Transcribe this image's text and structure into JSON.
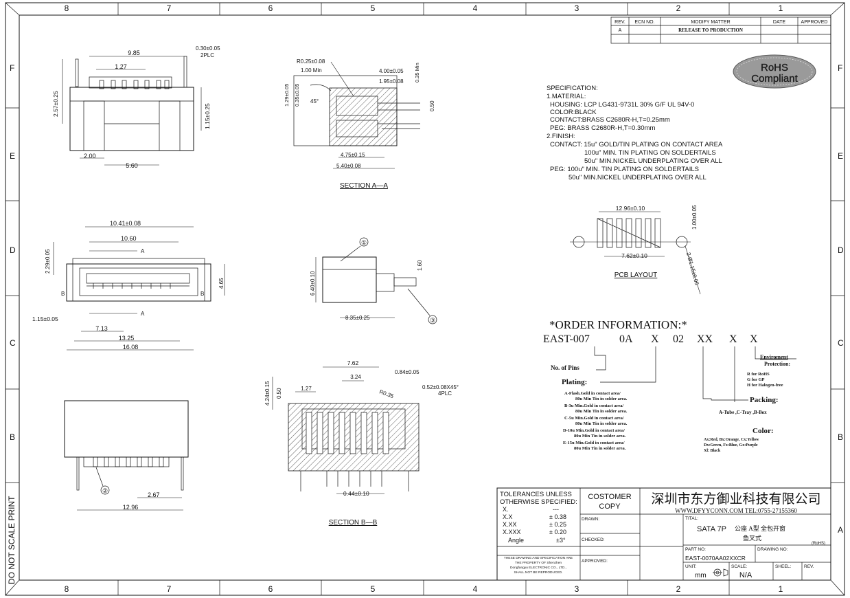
{
  "frame": {
    "col_labels": [
      "8",
      "7",
      "6",
      "5",
      "4",
      "3",
      "2",
      "1"
    ],
    "row_labels": [
      "F",
      "E",
      "D",
      "C",
      "B",
      "A"
    ],
    "side_note": "DO NOT SCALE PRINT"
  },
  "revision_table": {
    "headers": [
      "REV.",
      "ECN NO.",
      "MODIFY MATTER",
      "DATE",
      "APPROVED"
    ],
    "rows": [
      [
        "A",
        "",
        "RELEASE TO PRODUCTION",
        "",
        ""
      ]
    ]
  },
  "rohs": {
    "line1": "RoHS",
    "line2": "Compliant"
  },
  "specification": [
    "SPECIFICATION:",
    "1.MATERIAL:",
    "HOUSING: LCP LG431-9731L 30% G/F UL 94V-0",
    "COLOR:BLACK",
    "CONTACT:BRASS C2680R-H,T=0.25mm",
    "PEG: BRASS C2680R-H,T=0.30mm",
    "2.FINISH:",
    "CONTACT: 15u\" GOLD/TIN PLATING ON CONTACT AREA",
    "100u\" MIN. TIN PLATING ON SOLDERTAILS",
    "50u\" MIN.NICKEL UNDERPLATING OVER ALL",
    "PEG: 100u\" MIN. TIN PLATING ON SOLDERTAILS",
    "50u\" MIN.NICKEL UNDERPLATING OVER ALL"
  ],
  "views": {
    "section_aa": "SECTION A—A",
    "section_bb": "SECTION B—B",
    "pcb_layout": "PCB LAYOUT"
  },
  "dims": {
    "top": [
      "9.85",
      "1.27",
      "0.30±0.05",
      "2PLC",
      "2.57±0.25",
      "1.15±0.25",
      "2.00",
      "5.60"
    ],
    "aa": [
      "R0.25±0.08",
      "1.00 Min",
      "4.00±0.05",
      "1.95±0.08",
      "0.35 Min",
      "1.29±0.05",
      "0.35±0.05",
      "45°",
      "0.50",
      "4.75±0.15",
      "5.40±0.08"
    ],
    "pcb": [
      "12.96±0.10",
      "1.00±0.05",
      "7.62±0.10",
      "2-Ø1.15±0.05"
    ],
    "front": [
      "10.41±0.08",
      "10.60",
      "2.29±0.05",
      "4.65",
      "1.15±0.05",
      "7.13",
      "13.25",
      "16.08",
      "A",
      "A",
      "B",
      "B"
    ],
    "side": [
      "6.40±0.10",
      "1.60",
      "8.35±0.25",
      "①",
      "③"
    ],
    "bottom": [
      "2.67",
      "12.96",
      "②"
    ],
    "bb": [
      "7.62",
      "3.24",
      "1.27",
      "R0.35",
      "0.84±0.05",
      "0.52±0.08X45°",
      "4PLC",
      "4.24±0.15",
      "0.50",
      "0.44±0.10"
    ]
  },
  "order": {
    "title": "*ORDER  INFORMATION:*",
    "code": [
      "EAST-007",
      "0A",
      "X",
      "02",
      "XX",
      "X",
      "X"
    ],
    "no_of_pins": "No. of Pins",
    "plating_label": "Plating:",
    "plating_lines": [
      "A-Flash.Gold in contact area/",
      "80u  Min Tin in solder area.",
      "B-3u  Min.Gold in contact area/",
      "80u  Min Tin in solder area.",
      "C-5u  Min.Gold in contact area/",
      "80u  Min Tin in solder area.",
      "D-10u  Min.Gold in contact area/",
      "80u  Min Tin in solder area.",
      "E-15u  Min.Gold in contact area/",
      "80u  Min Tin in solder area."
    ],
    "env_label": "Enviroment",
    "env_label2": "Protection:",
    "env_lines": [
      "R for RoHS",
      "G for GP",
      "H for Halogen-free"
    ],
    "packing_label": "Packing:",
    "packing_line": "A-Tube ,C-Tray ,B-Box",
    "color_label": "Color:",
    "color_lines": [
      "Ax:Red, Bx:Orange, Cx:Yellow",
      "Dx:Green, Fx:Blue, Gx:Purple",
      "Xl: Black"
    ]
  },
  "title_block": {
    "tol_title1": "TOLERANCES UNLESS",
    "tol_title2": "OTHERWISE SPECIFIED:",
    "tol_rows": [
      [
        "X.",
        "---"
      ],
      [
        "X.X",
        "± 0.38"
      ],
      [
        "X.XX",
        "± 0.25"
      ],
      [
        "X.XXX",
        "± 0.20"
      ],
      [
        "Angle",
        "±3°"
      ]
    ],
    "customer": "COSTOMER",
    "copy": "COPY",
    "drawn": "DRAWN:",
    "checked": "CHECKED:",
    "approved": "APPROVED:",
    "note1": "THESE DRAWING AND SPECIFICATION ARE",
    "note2": "THE PROPERTY OF Shenzhen",
    "note3": "Dongfangyu  ELECTRONIC  CO., LTD.,",
    "note4": "SHALL NOT BE REPRODUCED.",
    "company": "深圳市东方御业科技有限公司",
    "web": "WWW.DFYYCONN.COM  TEL:0755-27155360",
    "title_label": "TITAL:",
    "title_main": "SATA  7P",
    "title_cn1": "公座  A型  全包开窗",
    "title_cn2": "鱼叉式",
    "rohs_small": "(RoHS)",
    "part_no_label": "PART NO:",
    "part_no": "EAST-0070AA02XXCR",
    "drawing_no": "DRAWING NO:",
    "unit_label": "UNIT:",
    "unit": "mm",
    "scale_label": "SCALE:",
    "scale": "N/A",
    "sheet": "SHEEL:",
    "rev": "REV."
  }
}
